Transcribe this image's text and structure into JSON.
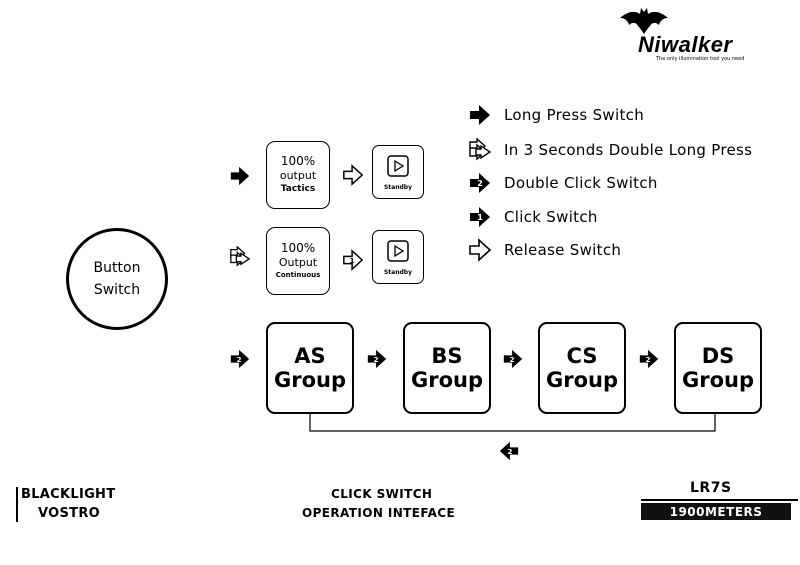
{
  "brand": {
    "name": "Niwalker",
    "tagline": "The only illumination tool you need",
    "icon": "bat-icon"
  },
  "legend": [
    {
      "icon": "long-press-arrow-icon",
      "label": "Long Press Switch"
    },
    {
      "icon": "double-long-press-arrow-icon",
      "label": "In 3 Seconds Double Long Press"
    },
    {
      "icon": "double-click-arrow-icon",
      "label": "Double Click Switch"
    },
    {
      "icon": "click-arrow-icon",
      "label": "Click Switch"
    },
    {
      "icon": "release-arrow-icon",
      "label": "Release Switch"
    }
  ],
  "button": {
    "line1": "Button",
    "line2": "Switch"
  },
  "modes": [
    {
      "pct": "100%",
      "line": "output",
      "sub": "Tactics",
      "standby": "Standby"
    },
    {
      "pct": "100%",
      "line": "Output",
      "sub": "Continuous",
      "standby": "Standby"
    }
  ],
  "groups": [
    {
      "line1": "AS",
      "line2": "Group"
    },
    {
      "line1": "BS",
      "line2": "Group"
    },
    {
      "line1": "CS",
      "line2": "Group"
    },
    {
      "line1": "DS",
      "line2": "Group"
    }
  ],
  "arrow_marks": {
    "double": "2",
    "single": "1"
  },
  "footer": {
    "left_top": "BLACKLIGHT",
    "left_bottom": "VOSTRO",
    "mid_top": "CLICK SWITCH",
    "mid_bottom": "OPERATION INTEFACE",
    "model": "LR7S",
    "range": "1900METERS"
  }
}
